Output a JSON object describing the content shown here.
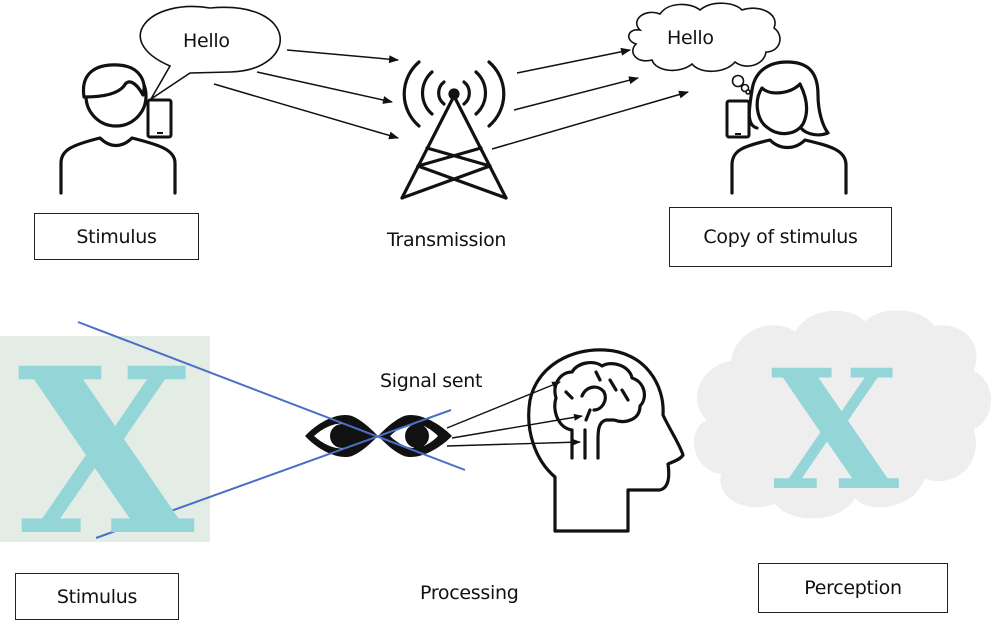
{
  "top_row": {
    "speaker_bubble_text": "Hello",
    "listener_thought_text": "Hello",
    "labels": {
      "stimulus": "Stimulus",
      "transmission": "Transmission",
      "copy_of_stimulus": "Copy of stimulus"
    }
  },
  "bottom_row": {
    "stimulus_letter": "X",
    "perceived_letter": "X",
    "signal_label": "Signal sent",
    "labels": {
      "stimulus": "Stimulus",
      "processing": "Processing",
      "perception": "Perception"
    }
  },
  "colors": {
    "letter": "#94d5d8",
    "stimulus_bg": "#e4ece6",
    "cloud_fill": "#eeeeee",
    "sight_lines": "#4a6fc4",
    "ink": "#111111"
  }
}
